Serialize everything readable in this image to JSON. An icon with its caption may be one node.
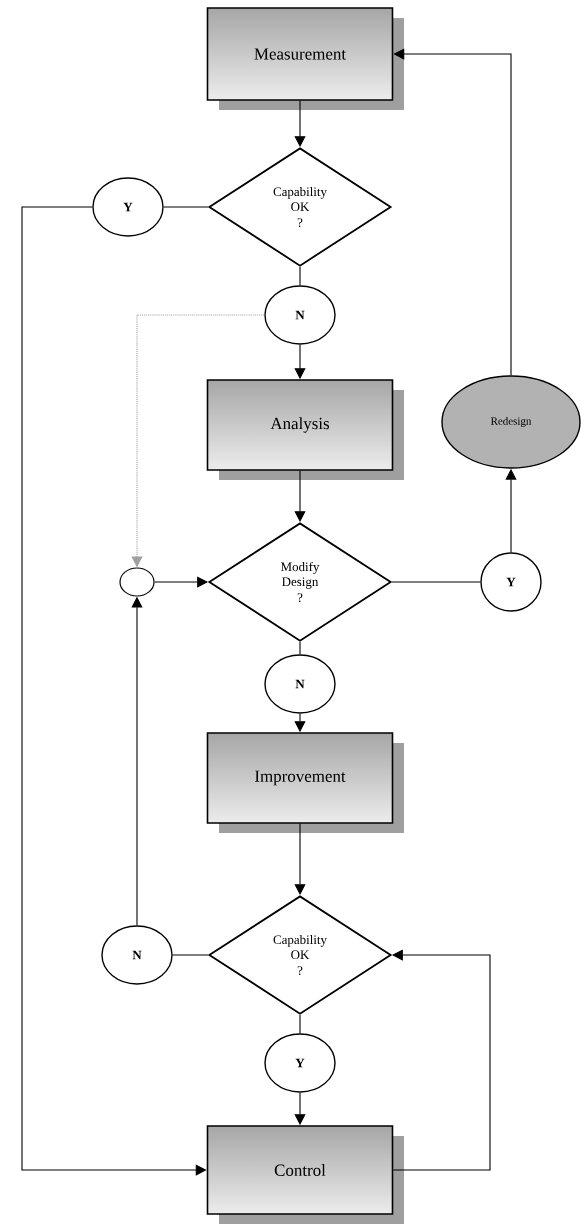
{
  "diagram": {
    "nodes": [
      {
        "text": [
          "Measurement"
        ]
      },
      {
        "text": [
          "Capability OK",
          "?"
        ]
      },
      {
        "text": [
          "Y"
        ]
      },
      {
        "text": [
          "N"
        ]
      },
      {
        "text": [
          "Analysis"
        ]
      },
      {
        "text": [
          "Redesign"
        ]
      },
      {
        "text": [],
        "shape": "circle"
      },
      {
        "text": [
          "Modify Design",
          "?"
        ]
      },
      {
        "text": [
          "Y"
        ]
      },
      {
        "text": [
          "N"
        ]
      },
      {
        "text": [
          "Improvement"
        ]
      },
      {
        "text": [
          "Capability OK",
          "?"
        ]
      },
      {
        "text": [
          "N"
        ]
      },
      {
        "text": [
          "Y"
        ]
      },
      {
        "text": [
          "Control"
        ]
      }
    ],
    "edges": [
      {
        "from": 0,
        "to": 1,
        "arrow": "to"
      },
      {
        "from": 1,
        "to": 2,
        "arrow": "none"
      },
      {
        "from": 2,
        "to": 14,
        "arrow": "to"
      },
      {
        "from": 1,
        "to": 3,
        "arrow": "none"
      },
      {
        "from": 3,
        "to": 4,
        "arrow": "to"
      },
      {
        "from": 3,
        "to": 6,
        "arrow": "to",
        "style": "dashed",
        "color": "#a0a0a0"
      },
      {
        "from": 4,
        "to": 7,
        "arrow": "to"
      },
      {
        "from": 6,
        "to": 7,
        "arrow": "to"
      },
      {
        "from": 7,
        "to": 8,
        "arrow": "none"
      },
      {
        "from": 8,
        "to": 5,
        "arrow": "to"
      },
      {
        "from": 5,
        "to": 0,
        "arrow": "to"
      },
      {
        "from": 7,
        "to": 9,
        "arrow": "none"
      },
      {
        "from": 9,
        "to": 10,
        "arrow": "to"
      },
      {
        "from": 10,
        "to": 11,
        "arrow": "to"
      },
      {
        "from": 11,
        "to": 12,
        "arrow": "none"
      },
      {
        "from": 12,
        "to": 6,
        "arrow": "to"
      },
      {
        "from": 11,
        "to": 13,
        "arrow": "none"
      },
      {
        "from": 13,
        "to": 14,
        "arrow": "to"
      },
      {
        "from": 14,
        "to": 11,
        "arrow": "to"
      }
    ]
  }
}
